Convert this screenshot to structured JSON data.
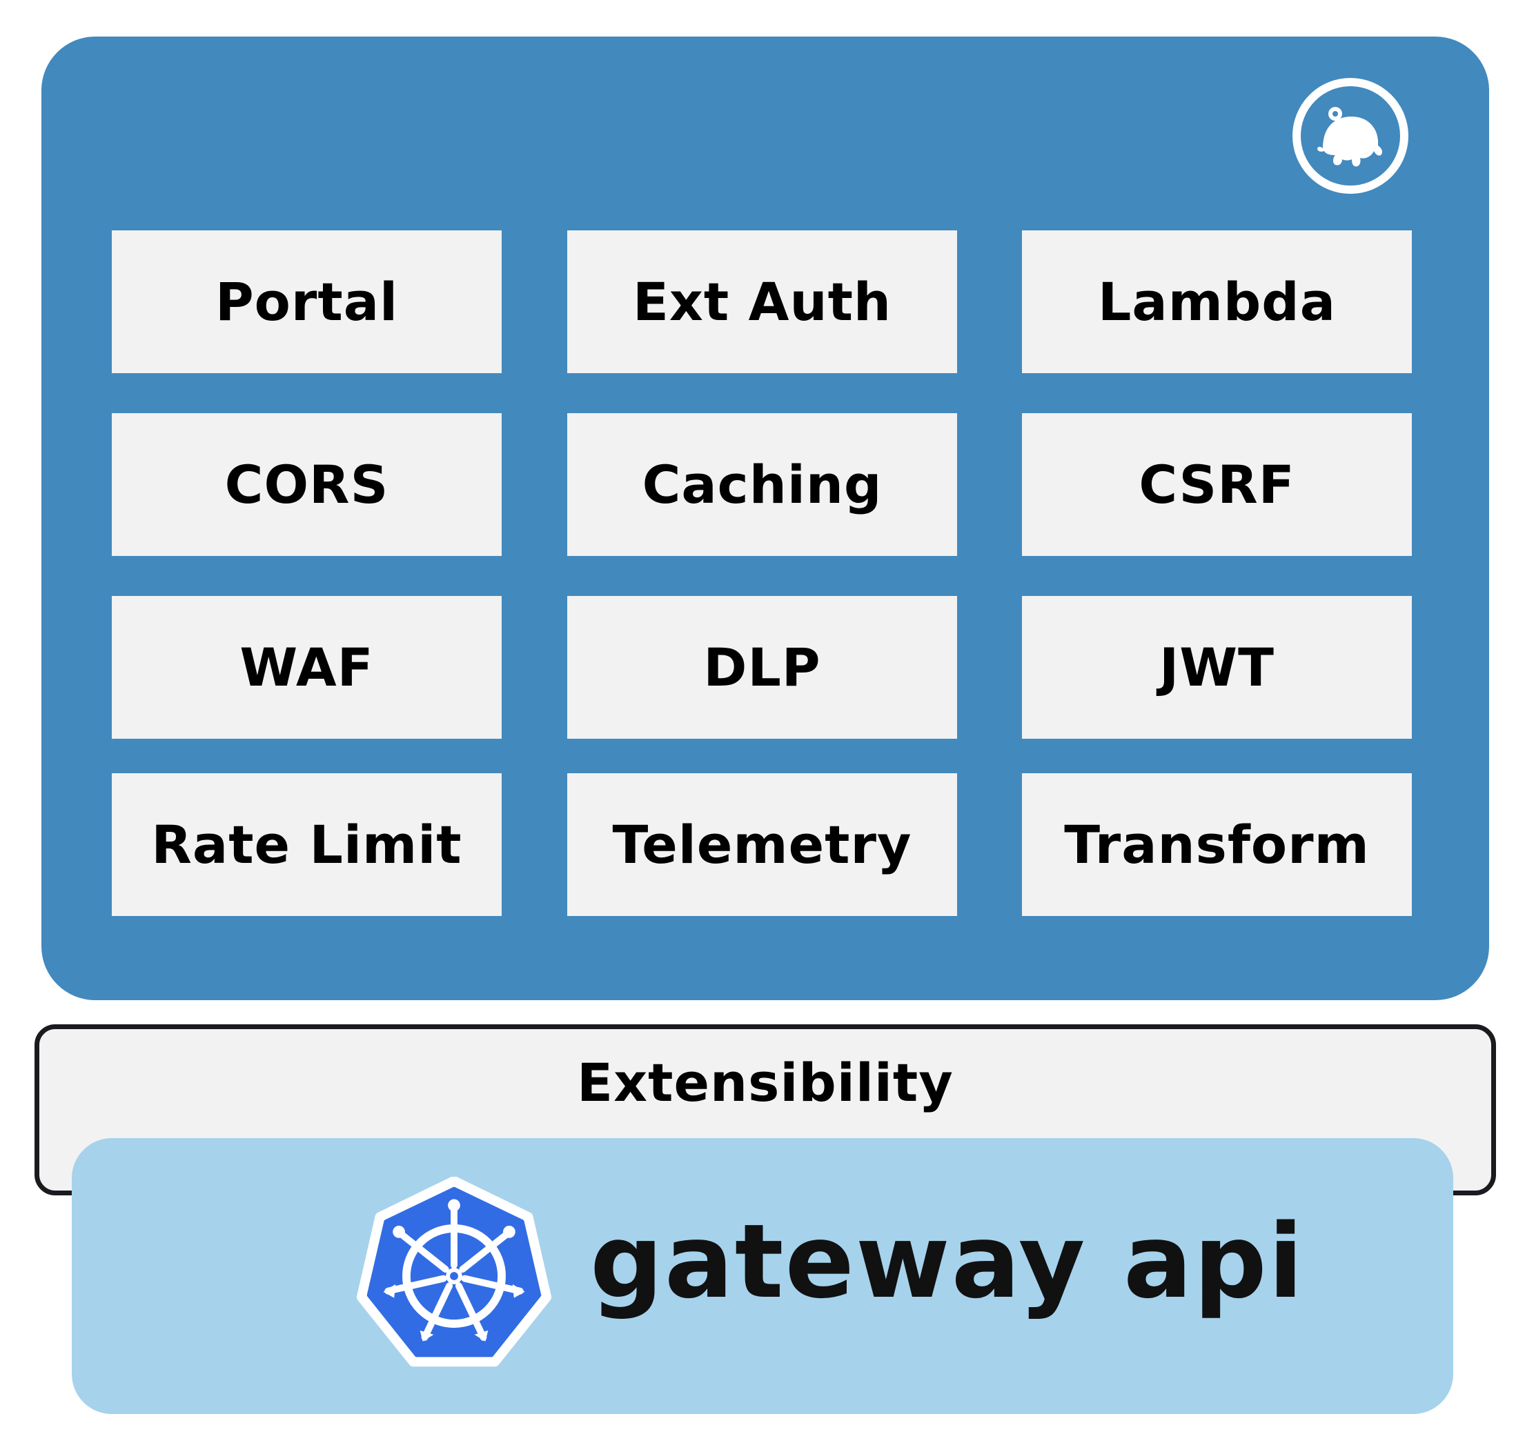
{
  "panel": {
    "color": "#4289BE",
    "logo_icon": "gloo-logo-icon",
    "tiles": [
      {
        "label": "Portal"
      },
      {
        "label": "Ext Auth"
      },
      {
        "label": "Lambda"
      },
      {
        "label": "CORS"
      },
      {
        "label": "Caching"
      },
      {
        "label": "CSRF"
      },
      {
        "label": "WAF"
      },
      {
        "label": "DLP"
      },
      {
        "label": "JWT"
      },
      {
        "label": "Rate Limit"
      },
      {
        "label": "Telemetry"
      },
      {
        "label": "Transform"
      }
    ]
  },
  "extensibility": {
    "label": "Extensibility"
  },
  "gateway": {
    "label": "gateway api",
    "logo_icon": "kubernetes-helm-icon",
    "box_color": "#A6D2EC",
    "logo_color": "#326CE5"
  }
}
